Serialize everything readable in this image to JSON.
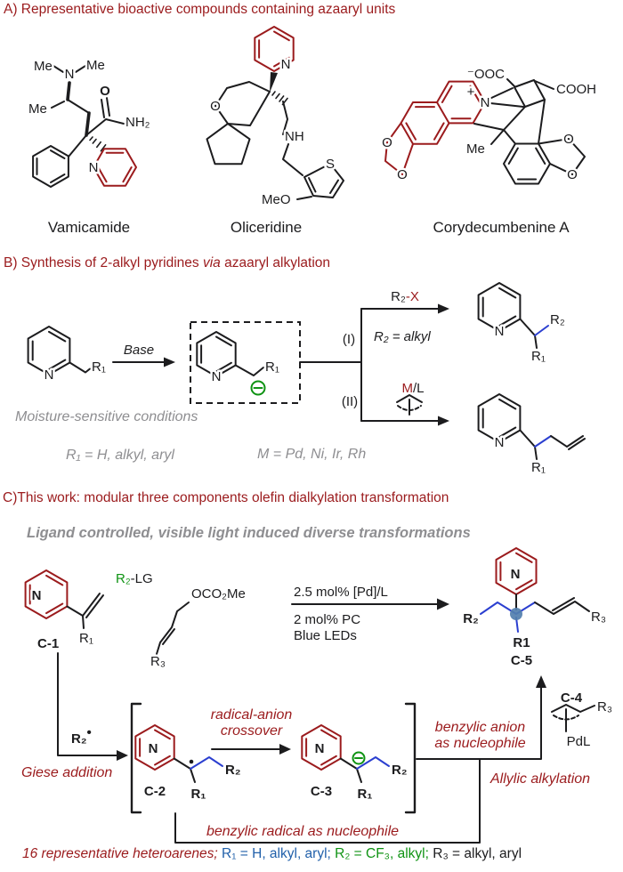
{
  "colors": {
    "dark_red": "#9b1b1d",
    "blue": "#2160aa",
    "blue_bond": "#2b3fd0",
    "green": "#0f9313",
    "gray": "#8e8e91",
    "black": "#1c1c1e",
    "sphere": "#537fae"
  },
  "symbols": {
    "n": "N",
    "plus": "+",
    "o": "O",
    "s": "S",
    "me": "Me",
    "meo": "MeO",
    "nh": "NH",
    "nh2": "NH₂",
    "ooc": "⁻OOC",
    "cooh": "COOH",
    "r1": "R₁",
    "r2": "R₂",
    "r3": "R₃",
    "r1_plain": "R1",
    "radical_dot": "•",
    "oco2me": "OCO₂Me",
    "pdl": "PdL"
  },
  "section_a": {
    "label": "A) Representative bioactive compounds containing azaaryl units",
    "compounds": [
      {
        "name": "Vamicamide"
      },
      {
        "name": "Oliceridine"
      },
      {
        "name": "Corydecumbenine A"
      }
    ]
  },
  "section_b": {
    "label_pre": "B) Synthesis of 2-alkyl pyridines ",
    "label_italic": "via",
    "label_post": " azaaryl alkylation",
    "base": "Base",
    "note_conditions": "Moisture-sensitive conditions",
    "note_r1": "R₁ = H, alkyl, aryl",
    "note_m": "M = Pd, Ni, Ir, Rh",
    "path1": "(I)",
    "path2": "(II)",
    "reagent1_r2": "R₂",
    "reagent1_x": "-X",
    "note_r2": "R₂ = alkyl",
    "reagent2_m": "M",
    "reagent2_l": "/L"
  },
  "section_c": {
    "label": "C)This work: modular three components olefin dialkylation transformation",
    "subtitle": "Ligand controlled, visible light induced diverse transformations",
    "c1": "C-1",
    "c2": "C-2",
    "c3": "C-3",
    "c4": "C-4",
    "c5": "C-5",
    "r2lg_r2": "R₂",
    "r2lg_lg": "-LG",
    "cond_above": "2.5 mol% [Pd]/L",
    "cond_below1": "2 mol% PC",
    "cond_below2": "Blue LEDs",
    "giese": "Giese addition",
    "crossover_line1": "radical-anion",
    "crossover_line2": "crossover",
    "anion_line1": "benzylic anion",
    "anion_line2": "as nucleophile",
    "allylic": "Allylic alkylation",
    "radical_path": "benzylic radical as nucleophile",
    "caption_1": "16 representative heteroarenes;",
    "caption_2": " R₁ = H, alkyl, aryl;",
    "caption_3": " R₂ = CF₃, alkyl;",
    "caption_4": " R₃ = alkyl, aryl"
  }
}
